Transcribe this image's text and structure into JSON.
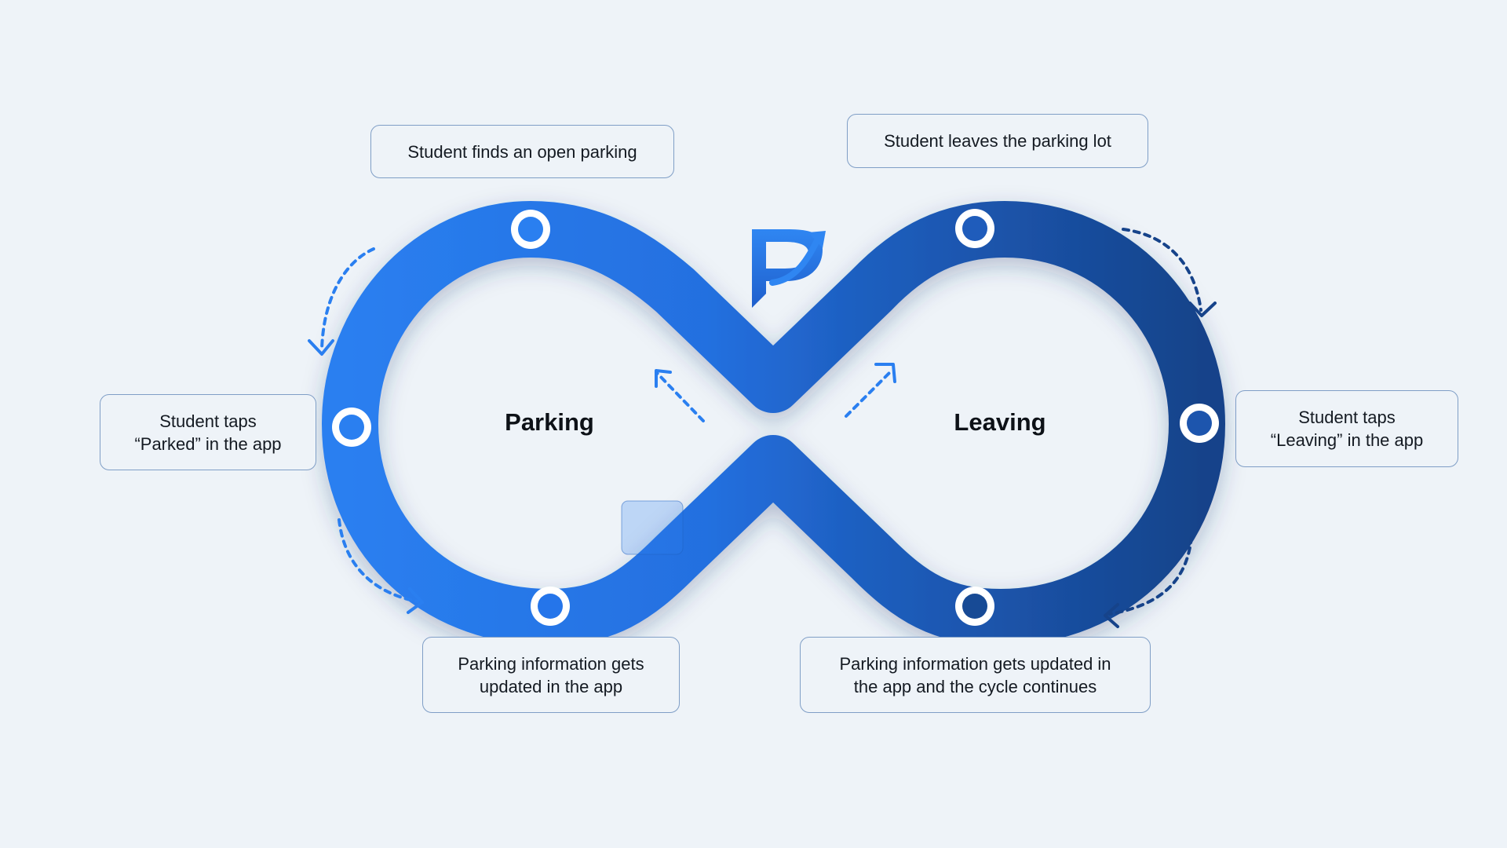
{
  "colors": {
    "background": "#eef3f8",
    "loop_left": "#2a7ff0",
    "loop_right": "#174a95",
    "box_border": "#7f9ec6",
    "text": "#141a22"
  },
  "logo": {
    "name": "parking-app-logo",
    "letter_icon": "p-with-arrow-icon"
  },
  "loops": {
    "left_label": "Parking",
    "right_label": "Leaving"
  },
  "steps": {
    "finds_parking": "Student finds an open parking",
    "taps_parked_line1": "Student taps",
    "taps_parked_line2": "“Parked” in the app",
    "info_updated_line1": "Parking information gets",
    "info_updated_line2": "updated in the app",
    "leaves_lot": "Student leaves the parking lot",
    "taps_leaving_line1": "Student taps",
    "taps_leaving_line2": "“Leaving” in the app",
    "cycle_continues_line1": "Parking information gets updated in",
    "cycle_continues_line2": "the app and the cycle continues"
  },
  "icons": {
    "flow_arrow": "dashed-curved-arrow-icon",
    "node": "ring-node-icon"
  }
}
